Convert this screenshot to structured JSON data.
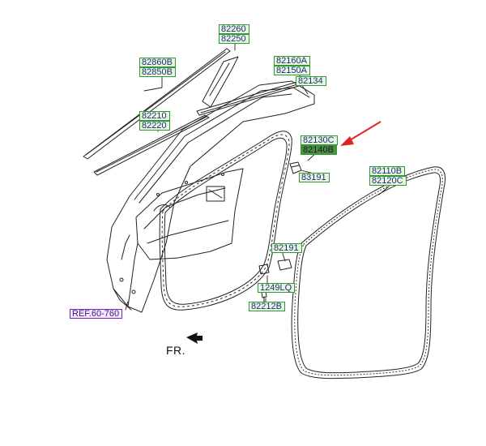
{
  "labels": {
    "p82260": "82260",
    "p82250": "82250",
    "p82860B": "82860B",
    "p82850B": "82850B",
    "p82160A": "82160A",
    "p82150A": "82150A",
    "p82134": "82134",
    "p82210": "82210",
    "p82220": "82220",
    "p82130C": "82130C",
    "p82140B": "82140B",
    "p83191": "83191",
    "p82110B": "82110B",
    "p82120C": "82120C",
    "p82191": "82191",
    "p1249LQ": "1249LQ",
    "p82212B": "82212B",
    "ref": "REF.60-760",
    "front": "FR."
  },
  "colors": {
    "label_border": "#2f9a2f",
    "label_fill": "#e9f6e6",
    "label_text": "#1b2f6e",
    "highlight_fill": "#4f8f3c",
    "ref_border": "#7a22c7",
    "pointer_arrow": "#e02424",
    "line_art": "#222222"
  }
}
